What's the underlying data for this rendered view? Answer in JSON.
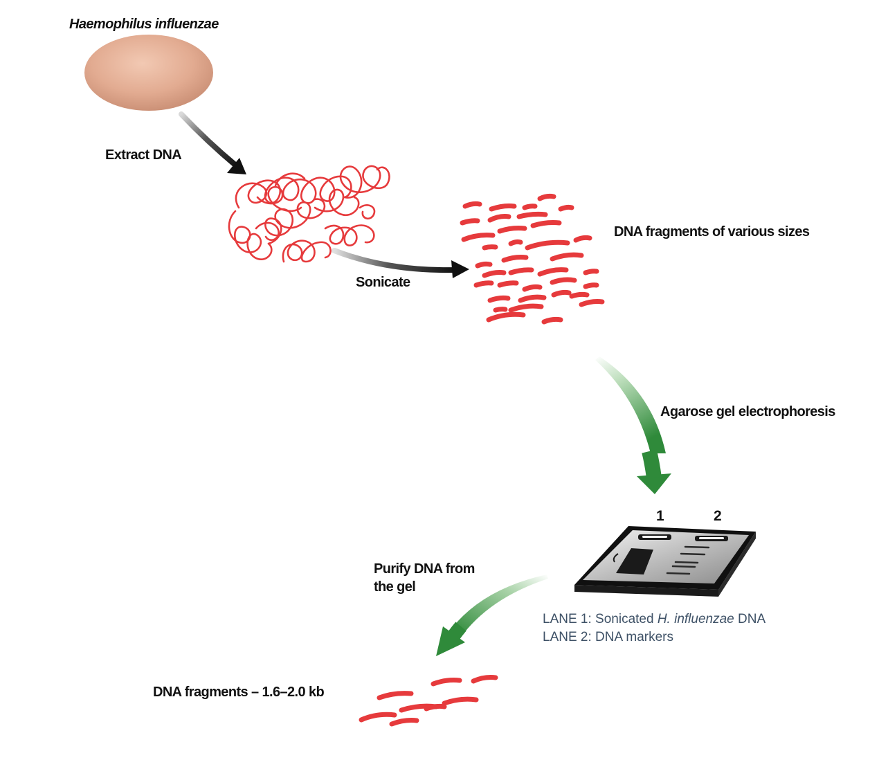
{
  "organism_label": "Haemophilus influenzae",
  "steps": {
    "extract": "Extract DNA",
    "sonicate": "Sonicate",
    "fragments_various": "DNA fragments of various sizes",
    "electrophoresis": "Agarose gel electrophoresis",
    "purify_line1": "Purify DNA from",
    "purify_line2": "the gel",
    "final_fragments": "DNA fragments – 1.6–2.0 kb"
  },
  "gel": {
    "lane1_number": "1",
    "lane2_number": "2",
    "lane1_prefix": "LANE 1: Sonicated ",
    "lane1_italic": "H. influenzae",
    "lane1_suffix": " DNA",
    "lane2_caption": "LANE 2: DNA markers"
  },
  "colors": {
    "cell_fill": "#e2ab91",
    "dna_red": "#e63a3c",
    "arrow_dark": "#111111",
    "arrow_green": "#2f8a3a",
    "lane_caption": "#3e5166"
  }
}
